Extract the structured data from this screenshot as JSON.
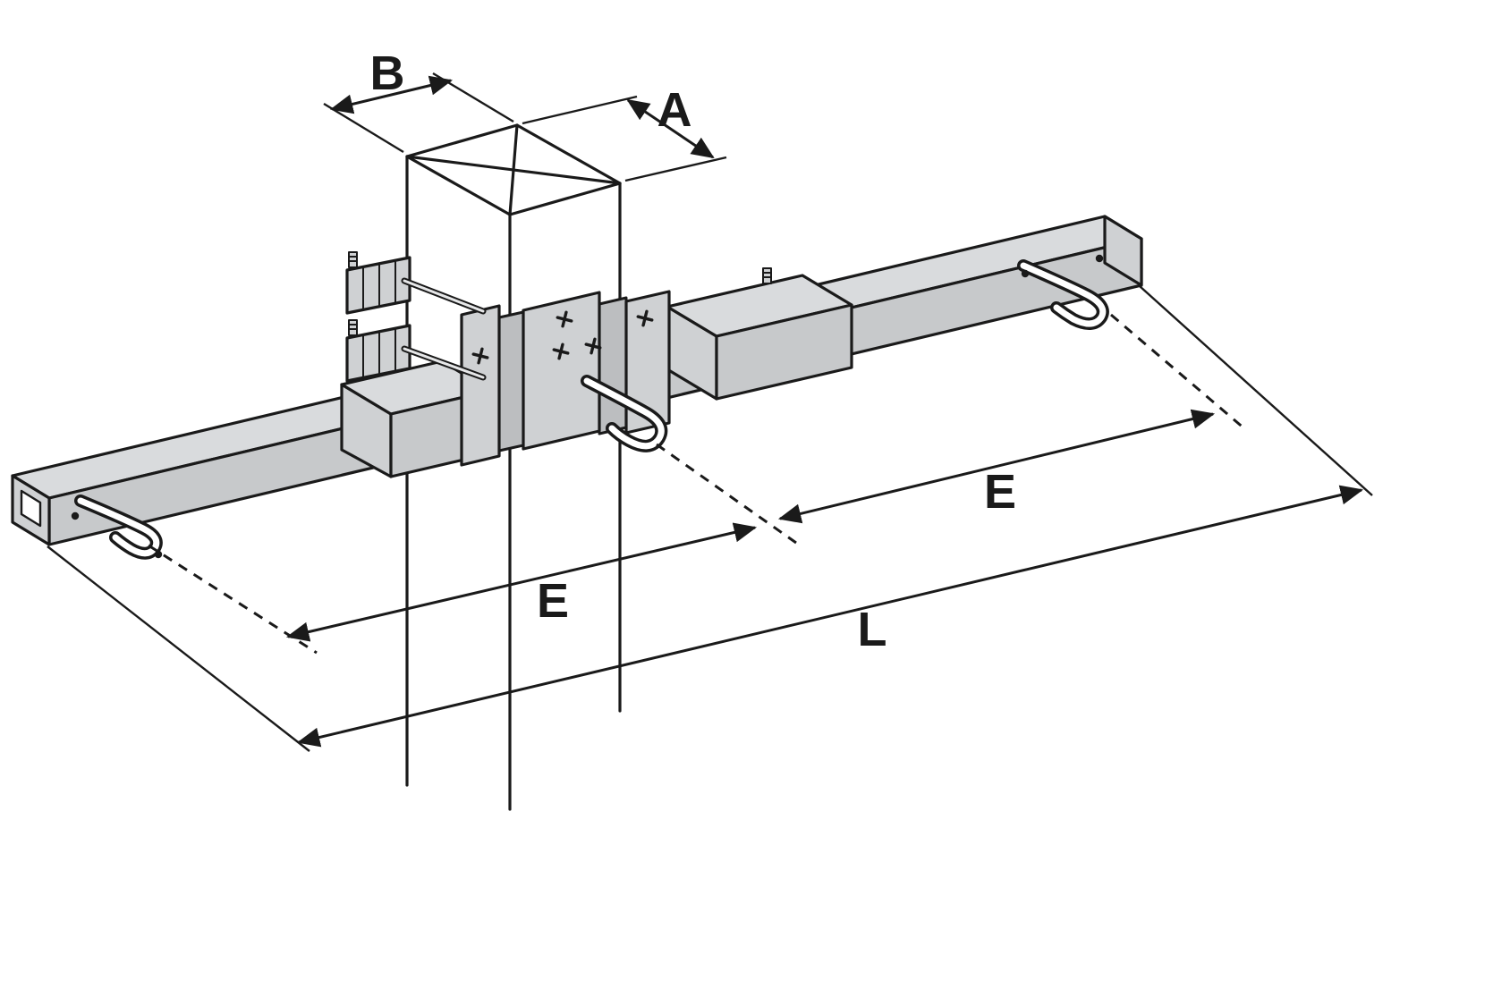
{
  "diagram": {
    "title": "crossarm-bracket-on-square-post-isometric",
    "labels": {
      "width_b": "B",
      "depth_a": "A",
      "span_e_left": "E",
      "span_e_right": "E",
      "overall_length_l": "L"
    },
    "colors": {
      "line": "#1a1a1a",
      "metal_light": "#d9dbdd",
      "metal_mid": "#cfd1d3",
      "metal_dark": "#c7c9cb",
      "metal_deep": "#bcbec0",
      "background": "#ffffff"
    }
  }
}
